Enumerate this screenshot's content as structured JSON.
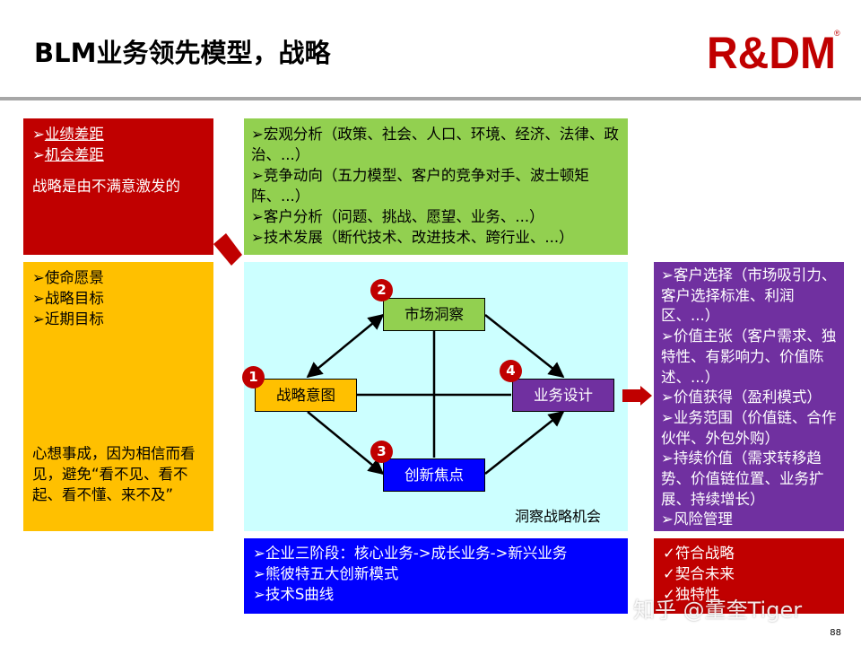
{
  "title": "BLM业务领先模型，战略",
  "logo": {
    "text": "R&DM",
    "reg": "®",
    "color": "#c00000"
  },
  "gap_box": {
    "items": [
      "业绩差距",
      "机会差距"
    ],
    "note": "战略是由不满意激发的"
  },
  "vision_box": {
    "items": [
      "使命愿景",
      "战略目标",
      "近期目标"
    ],
    "note": "心想事成，因为相信而看见，避免“看不见、看不起、看不懂、来不及”"
  },
  "market_box": {
    "items": [
      "宏观分析（政策、社会、人口、环境、经济、法律、政治、...）",
      "竞争动向（五力模型、客户的竞争对手、波士顿矩阵、...）",
      "客户分析（问题、挑战、愿望、业务、...）",
      "技术发展（断代技术、改进技术、跨行业、...）"
    ]
  },
  "design_box": {
    "items": [
      "客户选择（市场吸引力、客户选择标准、利润区、...）",
      "价值主张（客户需求、独特性、有影响力、价值陈述、...）",
      "价值获得（盈利模式）",
      "业务范围（价值链、合作伙伴、外包外购）",
      "持续价值（需求转移趋势、价值链位置、业务扩展、持续增长）",
      "风险管理"
    ]
  },
  "innovation_box": {
    "items": [
      "企业三阶段：核心业务->成长业务->新兴业务",
      "熊彼特五大创新模式",
      "技术S曲线"
    ]
  },
  "check_box": {
    "items": [
      "符合战略",
      "契合未来",
      "独特性"
    ]
  },
  "diagram": {
    "nodes": {
      "intent": {
        "label": "战略意图",
        "num": "1"
      },
      "insight": {
        "label": "市场洞察",
        "num": "2"
      },
      "innovation": {
        "label": "创新焦点",
        "num": "3"
      },
      "design": {
        "label": "业务设计",
        "num": "4"
      }
    },
    "caption": "洞察战略机会"
  },
  "watermark": "知乎 @董奎Tiger",
  "page_number": "88",
  "colors": {
    "red": "#c00000",
    "orange": "#ffc000",
    "green": "#92d050",
    "cyan": "#ccffff",
    "purple": "#7030a0",
    "blue": "#0000ff"
  }
}
